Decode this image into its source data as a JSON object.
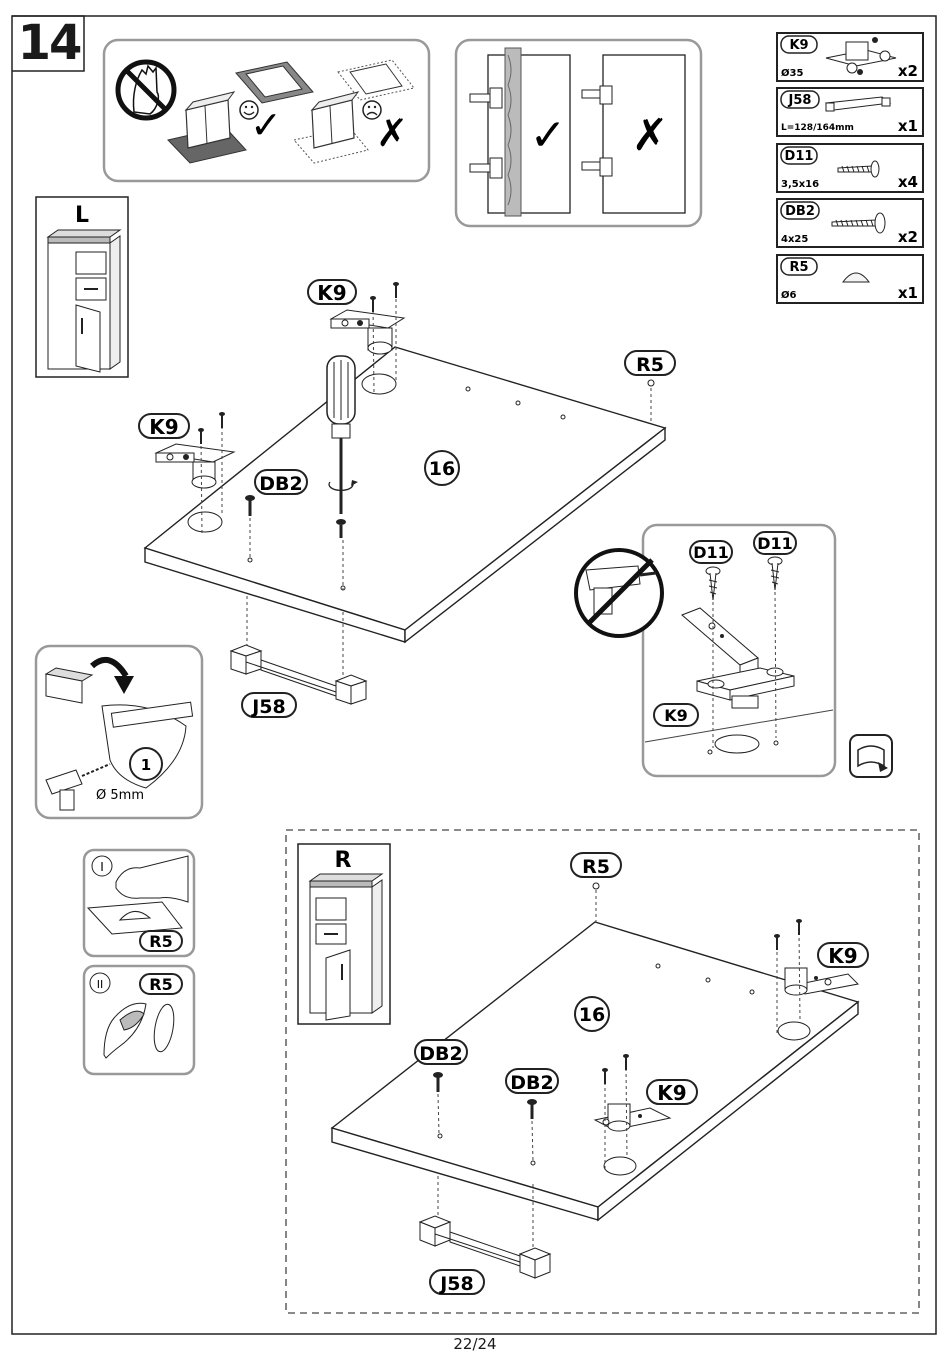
{
  "step": {
    "number": "14"
  },
  "page": {
    "number": "22/24"
  },
  "parts": [
    {
      "code": "K9",
      "spec": "Ø35",
      "qty": "x2",
      "icon": "hinge-icon"
    },
    {
      "code": "J58",
      "spec": "L=128/164mm",
      "qty": "x1",
      "icon": "handle-icon"
    },
    {
      "code": "D11",
      "spec": "3,5x16",
      "qty": "x4",
      "icon": "screw-icon"
    },
    {
      "code": "DB2",
      "spec": "4x25",
      "qty": "x2",
      "icon": "screw-icon"
    },
    {
      "code": "R5",
      "spec": "Ø6",
      "qty": "x1",
      "icon": "bumper-icon"
    }
  ],
  "left_variant": {
    "label": "L",
    "panel": "16",
    "hinge": "K9",
    "screw": "DB2",
    "handle": "J58",
    "bumper": "R5"
  },
  "right_variant": {
    "label": "R",
    "panel": "16",
    "hinge": "K9",
    "hinge2": "K9",
    "screw": "DB2",
    "screw2": "DB2",
    "handle": "J58",
    "bumper": "R5"
  },
  "drill_detail": {
    "marker": "1",
    "diameter": "Ø 5mm"
  },
  "hinge_detail": {
    "screw1": "D11",
    "screw2": "D11",
    "hinge": "K9"
  },
  "bumper_step1": {
    "roman": "I",
    "part": "R5"
  },
  "bumper_step2": {
    "roman": "II",
    "part": "R5"
  },
  "tips": {
    "good_mark": "✓",
    "bad_mark": "✗"
  }
}
